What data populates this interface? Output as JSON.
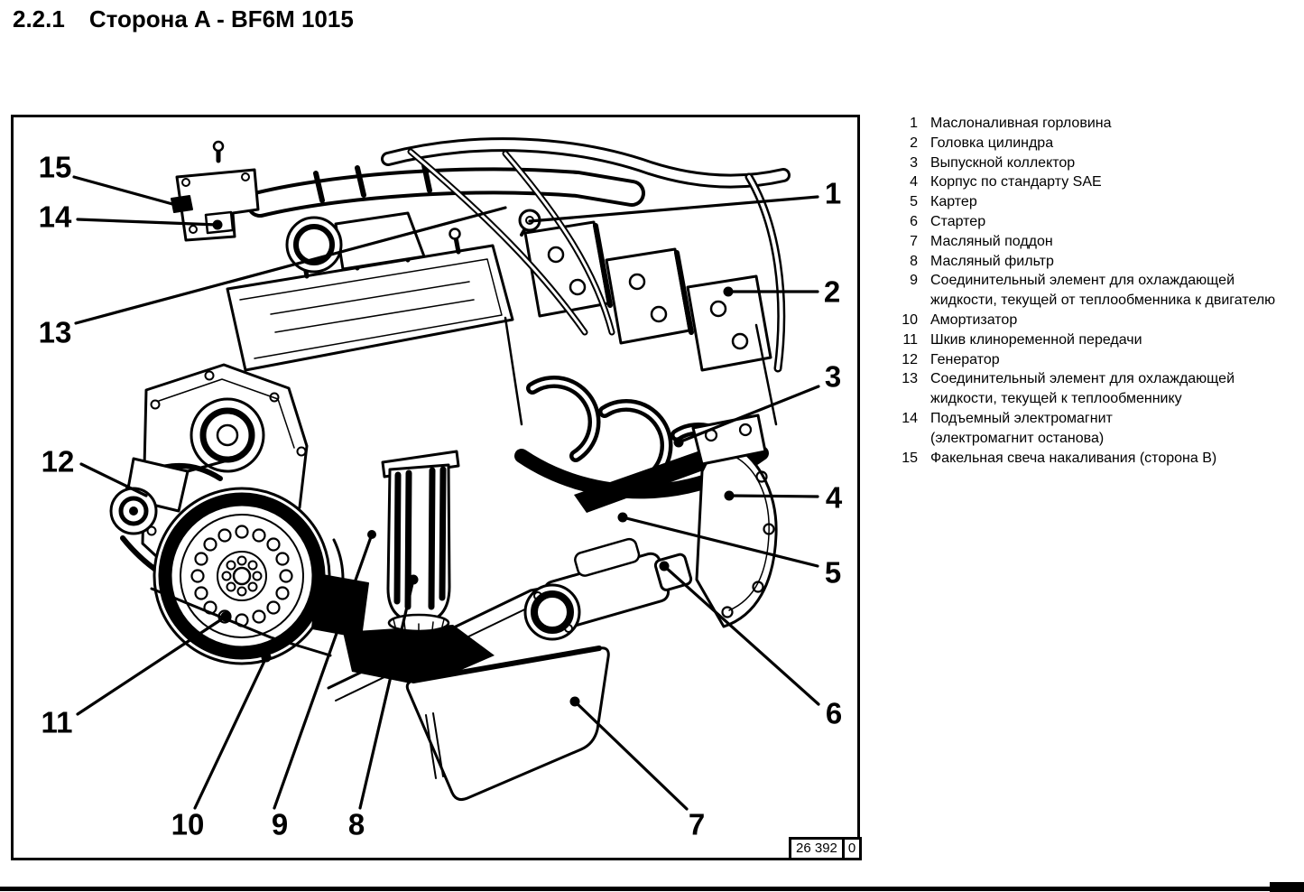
{
  "page": {
    "section_number": "2.2.1",
    "title": "Сторона A - BF6M 1015"
  },
  "figure": {
    "drawing_number": "26 392",
    "revision": "0",
    "callout_labels": [
      "1",
      "2",
      "3",
      "4",
      "5",
      "6",
      "7",
      "8",
      "9",
      "10",
      "11",
      "12",
      "13",
      "14",
      "15"
    ]
  },
  "legend": {
    "items": [
      {
        "num": "1",
        "text": "Маслоналивная горловина"
      },
      {
        "num": "2",
        "text": "Головка цилиндра"
      },
      {
        "num": "3",
        "text": "Выпускной коллектор"
      },
      {
        "num": "4",
        "text": "Корпус по стандарту SAE"
      },
      {
        "num": "5",
        "text": "Картер"
      },
      {
        "num": "6",
        "text": "Стартер"
      },
      {
        "num": "7",
        "text": "Масляный поддон"
      },
      {
        "num": "8",
        "text": "Масляный фильтр"
      },
      {
        "num": "9",
        "text": "Соединительный элемент для охлаждающей\nжидкости, текущей от теплообменника к двигателю"
      },
      {
        "num": "10",
        "text": "Амортизатор"
      },
      {
        "num": "11",
        "text": "Шкив клиноременной передачи"
      },
      {
        "num": "12",
        "text": "Генератор"
      },
      {
        "num": "13",
        "text": "Соединительный элемент для охлаждающей\nжидкости, текущей к теплообменнику"
      },
      {
        "num": "14",
        "text": "Подъемный электромагнит\n(электромагнит останова)"
      },
      {
        "num": "15",
        "text": "Факельная свеча накаливания (сторона B)"
      }
    ]
  }
}
